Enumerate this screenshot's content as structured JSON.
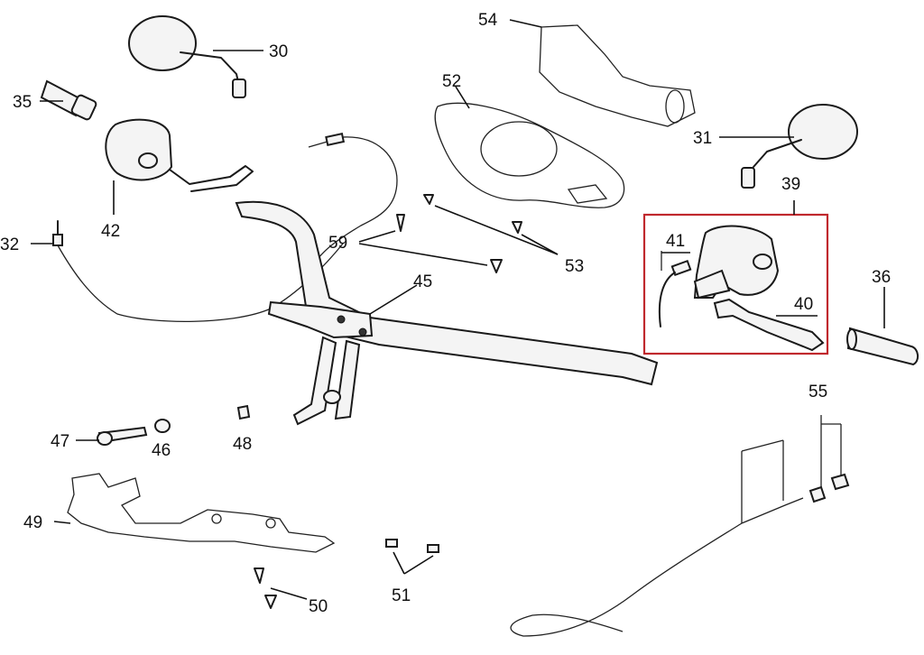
{
  "callouts": [
    {
      "id": "30",
      "label": "30"
    },
    {
      "id": "31",
      "label": "31"
    },
    {
      "id": "32",
      "label": "32"
    },
    {
      "id": "35",
      "label": "35"
    },
    {
      "id": "36",
      "label": "36"
    },
    {
      "id": "39",
      "label": "39"
    },
    {
      "id": "40",
      "label": "40"
    },
    {
      "id": "41",
      "label": "41"
    },
    {
      "id": "42",
      "label": "42"
    },
    {
      "id": "45",
      "label": "45"
    },
    {
      "id": "46",
      "label": "46"
    },
    {
      "id": "47",
      "label": "47"
    },
    {
      "id": "48",
      "label": "48"
    },
    {
      "id": "49",
      "label": "49"
    },
    {
      "id": "50",
      "label": "50"
    },
    {
      "id": "51",
      "label": "51"
    },
    {
      "id": "52",
      "label": "52"
    },
    {
      "id": "53",
      "label": "53"
    },
    {
      "id": "54",
      "label": "54"
    },
    {
      "id": "55",
      "label": "55"
    },
    {
      "id": "59",
      "label": "59"
    }
  ],
  "colors": {
    "highlight_box": "#c0282d",
    "line": "#1a1a1a"
  }
}
